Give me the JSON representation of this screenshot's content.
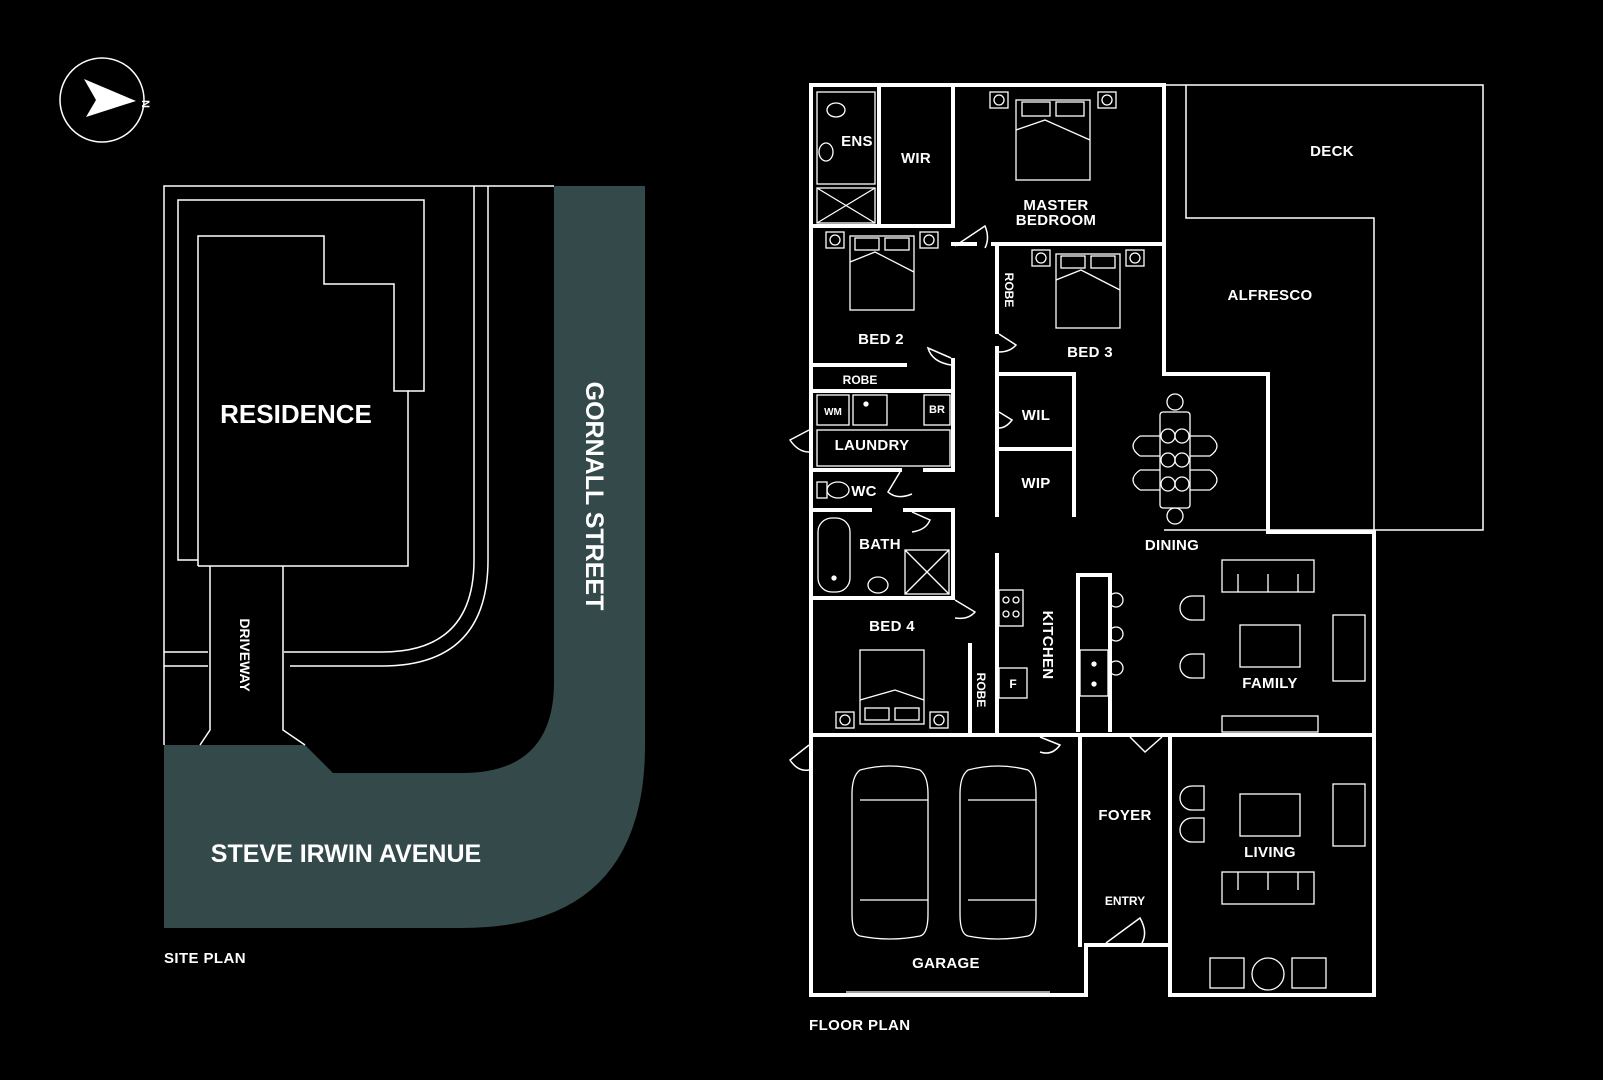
{
  "compass": {
    "letter": "N"
  },
  "site_plan": {
    "caption": "SITE PLAN",
    "labels": {
      "residence": "RESIDENCE",
      "driveway": "DRIVEWAY",
      "street_east": "GORNALL STREET",
      "street_south": "STEVE IRWIN AVENUE"
    }
  },
  "floor_plan": {
    "caption": "FLOOR PLAN",
    "rooms": {
      "ens": "ENS",
      "wir": "WIR",
      "master": "MASTER",
      "bedroom": "BEDROOM",
      "deck": "DECK",
      "bed2": "BED 2",
      "robe_bed3": "ROBE",
      "bed3": "BED 3",
      "alfresco": "ALFRESCO",
      "robe_bed2": "ROBE",
      "wm": "WM",
      "br": "BR",
      "laundry": "LAUNDRY",
      "wil": "WIL",
      "wc": "WC",
      "wip": "WIP",
      "dining": "DINING",
      "bath": "BATH",
      "bed4": "BED 4",
      "kitchen": "KITCHEN",
      "robe_bed4": "ROBE",
      "fridge": "F",
      "family": "FAMILY",
      "foyer": "FOYER",
      "living": "LIVING",
      "entry": "ENTRY",
      "garage": "GARAGE"
    }
  },
  "colors": {
    "background": "#000000",
    "line": "#ffffff",
    "road": "#34494a"
  }
}
